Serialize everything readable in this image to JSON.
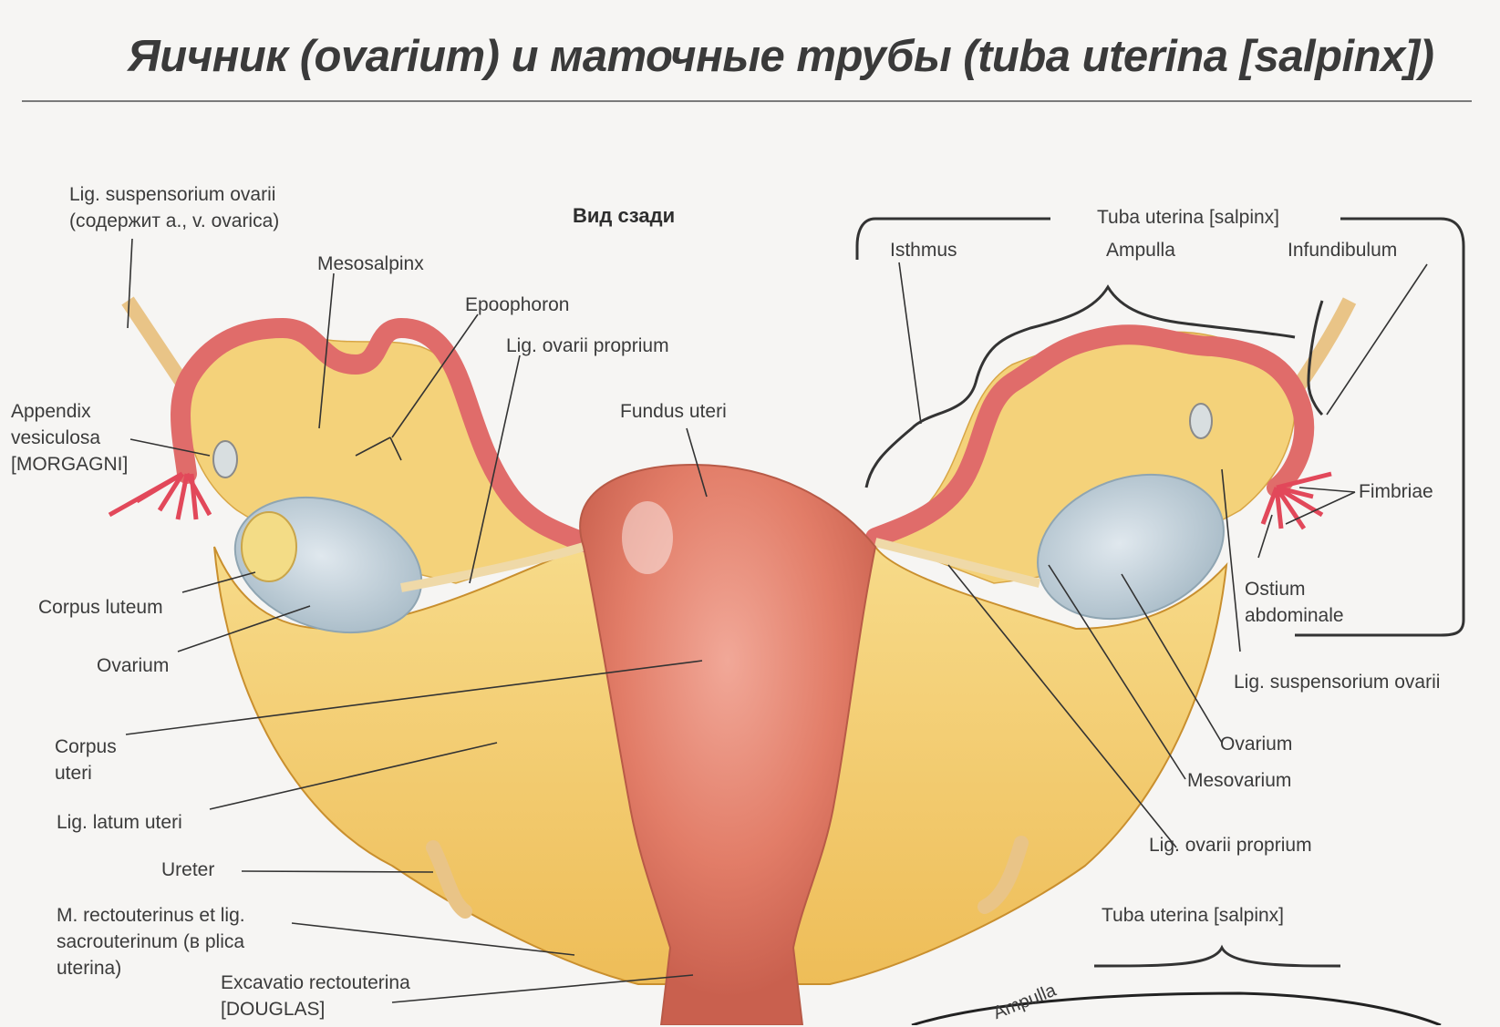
{
  "title": {
    "part1": "Яичник (",
    "part2": "ovarium",
    "part3": ") и маточные трубы (",
    "part4": "tuba uterina",
    "part5": " [",
    "part6": "salpinx",
    "part7": "])"
  },
  "view_label": "Вид сзади",
  "labels": {
    "lig_susp_ovarii_left_1": "Lig. suspensorium ovarii",
    "lig_susp_ovarii_left_2": "(содержит a., v. ovarica)",
    "mesosalpinx": "Mesosalpinx",
    "epoophoron": "Epoophoron",
    "lig_ovarii_proprium_top": "Lig. ovarii proprium",
    "fundus_uteri": "Fundus uteri",
    "appendix_1": "Appendix",
    "appendix_2": "vesiculosa",
    "appendix_3": "[MORGAGNI]",
    "corpus_luteum": "Corpus luteum",
    "ovarium_left": "Ovarium",
    "corpus_uteri_1": "Corpus",
    "corpus_uteri_2": "uteri",
    "lig_latum": "Lig. latum uteri",
    "ureter": "Ureter",
    "m_recto_1": "M. rectouterinus et lig.",
    "m_recto_2": "sacrouterinum (в plica",
    "m_recto_3": "uterina)",
    "excavatio_1": "Excavatio rectouterina",
    "excavatio_2": "[DOUGLAS]",
    "tuba_top": "Tuba uterina [salpinx]",
    "isthmus": "Isthmus",
    "ampulla": "Ampulla",
    "infundibulum": "Infundibulum",
    "fimbriae": "Fimbriae",
    "ostium_1": "Ostium",
    "ostium_2": "abdominale",
    "lig_susp_ovarii_right": "Lig. suspensorium ovarii",
    "ovarium_right": "Ovarium",
    "mesovarium": "Mesovarium",
    "lig_ovarii_proprium_bottom": "Lig. ovarii proprium",
    "tuba_bottom": "Tuba uterina [salpinx]",
    "ampulla_small": "Ampulla"
  },
  "colors": {
    "ligament": "#f2c96a",
    "ligament_dark": "#d49a3a",
    "uterus": "#e2806a",
    "tube": "#e36a6a",
    "ovary": "#bfcfd8",
    "line": "#3b3b3b"
  }
}
